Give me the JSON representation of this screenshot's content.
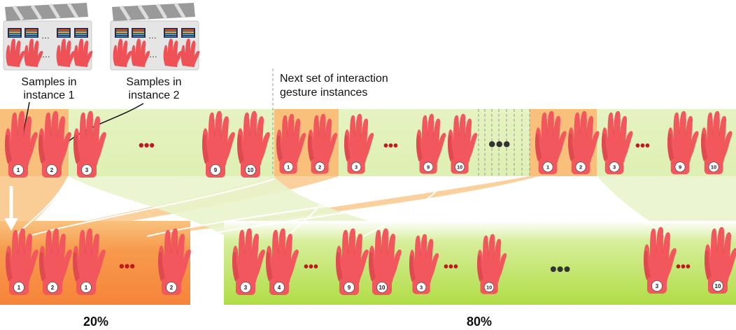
{
  "labels": {
    "samples_1_line1": "Samples in",
    "samples_1_line2": "instance 1",
    "samples_2_line1": "Samples in",
    "samples_2_line2": "instance 2",
    "next_set_line1": "Next set of interaction",
    "next_set_line2": "gesture instances",
    "pct_left": "20%",
    "pct_right": "80%"
  },
  "ellipsis": "•••",
  "colors": {
    "orange_light": "#f9c07c",
    "orange_dark": "#f7853b",
    "green_light": "#e5f2c0",
    "green_dark": "#b1de48",
    "hand": "#f2575d",
    "hand_shade": "#cf3f46",
    "dot_red": "#c0181c",
    "dot_dark": "#333333"
  },
  "top_row": {
    "group_a_numbers": [
      "1",
      "2",
      "3",
      "9",
      "10"
    ],
    "group_b_numbers": [
      "1",
      "2",
      "3",
      "9",
      "10"
    ],
    "group_c_numbers": [
      "1",
      "2",
      "3",
      "9",
      "10"
    ]
  },
  "bottom_row": {
    "split_20_numbers": [
      "1",
      "2",
      "1",
      "2"
    ],
    "split_80_numbers": [
      "3",
      "4",
      "9",
      "10",
      "3",
      "10",
      "3",
      "10"
    ]
  }
}
